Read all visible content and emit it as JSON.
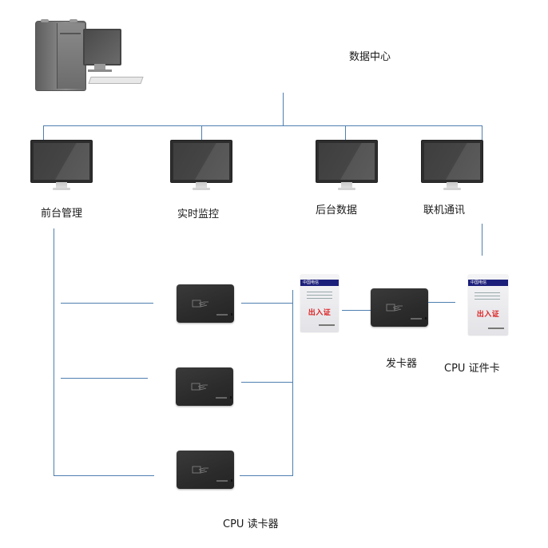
{
  "diagram": {
    "title": "CPU 证件卡门禁系统拓扑图",
    "data_center": {
      "label": "数据中心",
      "icon": "desktop-computer-icon"
    },
    "workstations": [
      {
        "label": "前台管理",
        "icon": "monitor-icon"
      },
      {
        "label": "实时监控",
        "icon": "monitor-icon"
      },
      {
        "label": "后台数据",
        "icon": "monitor-icon"
      },
      {
        "label": "联机通讯",
        "icon": "monitor-icon"
      }
    ],
    "readers": {
      "label": "CPU 读卡器",
      "count": 3,
      "icon": "card-reader-icon"
    },
    "issuer": {
      "label": "发卡器",
      "icon": "card-reader-icon"
    },
    "cards": [
      {
        "title": "出入证",
        "logo": "中国电信",
        "icon": "access-card-icon"
      },
      {
        "title": "出入证",
        "logo": "中国电信",
        "icon": "access-card-icon"
      }
    ],
    "cpu_card_label": "CPU 证件卡",
    "colors": {
      "connector": "#4f7fb0",
      "card_band": "#1c1f7a",
      "card_title": "#dd2222",
      "device_body": "#2b2b2b"
    }
  }
}
